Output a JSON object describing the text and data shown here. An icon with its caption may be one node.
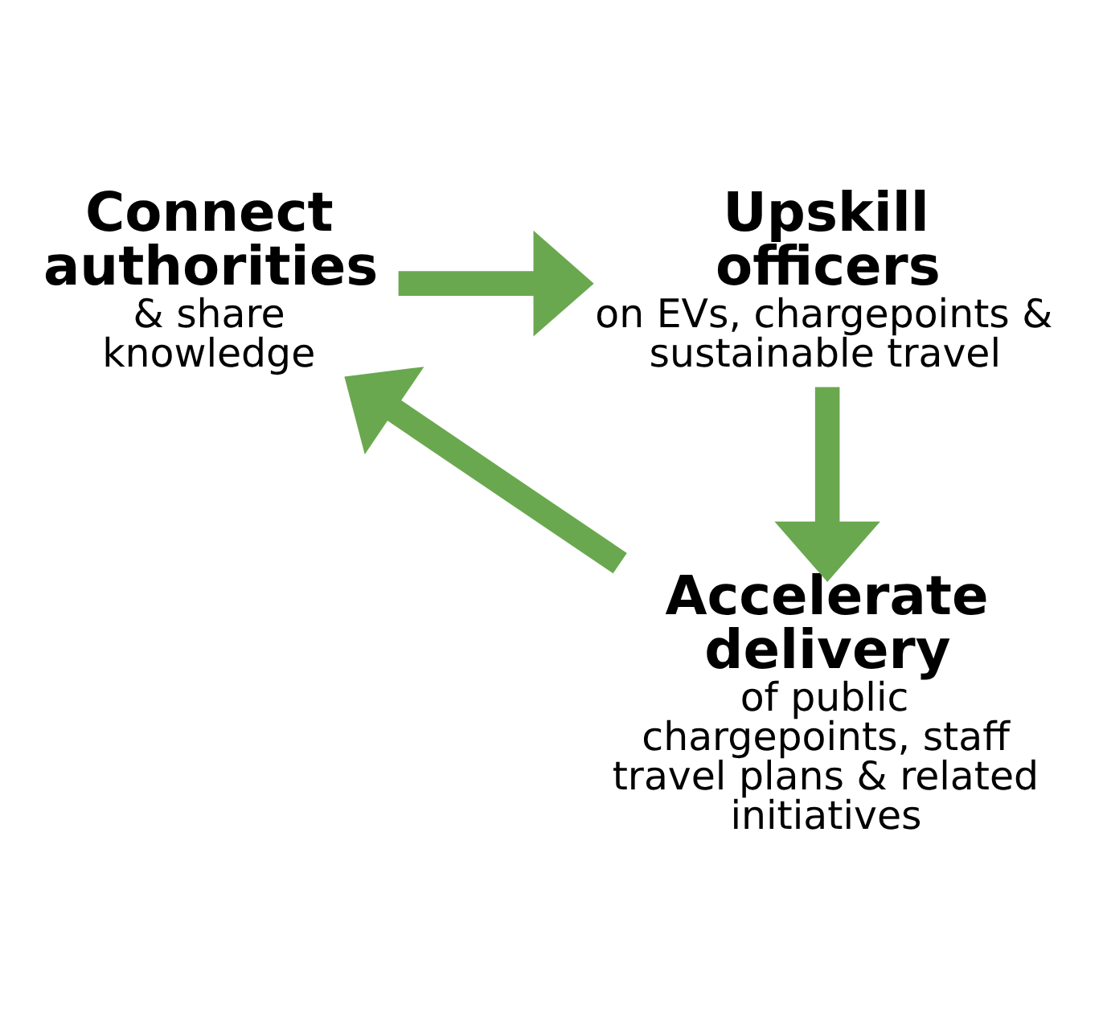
{
  "diagram": {
    "nodes": [
      {
        "text": [
          "Connect authorities",
          "& share knowledge"
        ]
      },
      {
        "text": [
          "Upskill officers",
          "on EVs, chargepoints & sustainable travel"
        ]
      },
      {
        "text": [
          "Accelerate delivery",
          "of public chargepoints, staff travel plans & related initiatives"
        ]
      }
    ],
    "edges": [
      {
        "from": 0,
        "to": 1,
        "arrow": "to"
      },
      {
        "from": 1,
        "to": 2,
        "arrow": "to"
      },
      {
        "from": 2,
        "to": 0,
        "arrow": "to"
      }
    ]
  }
}
